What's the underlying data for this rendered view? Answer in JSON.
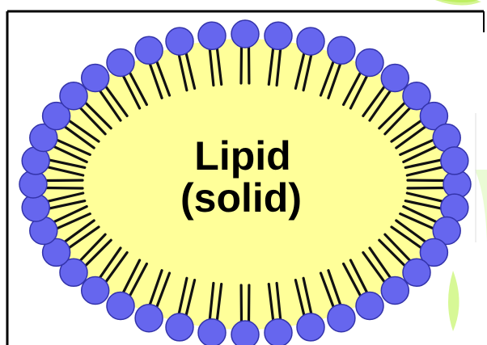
{
  "diagram": {
    "label_line1": "Lipid",
    "label_line2": "(solid)"
  },
  "colors": {
    "background": "#ffffff",
    "frame": "#000000",
    "core_fill": "#ffff99",
    "headgroup_fill": "#6666ee",
    "headgroup_stroke": "#3333aa",
    "tail_color": "#111111",
    "label_color": "#000000",
    "watermark": "#9be31f"
  },
  "structure": {
    "headgroup_count": 40
  }
}
